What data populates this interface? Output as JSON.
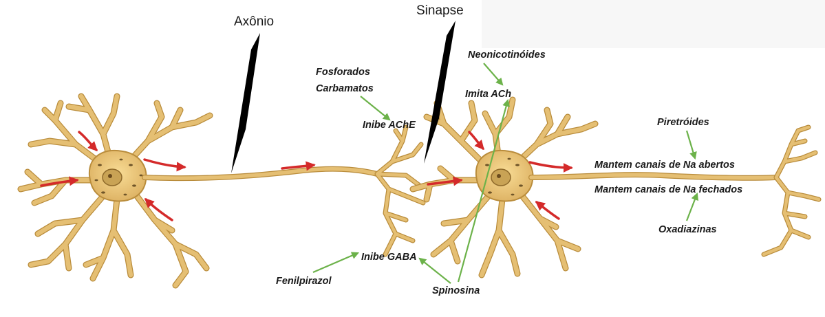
{
  "labels": {
    "axonio": "Axônio",
    "sinapse": "Sinapse",
    "neonicotinoides": "Neonicotinóides",
    "imita_ach": "Imita ACh",
    "fosforados": "Fosforados",
    "carbamatos": "Carbamatos",
    "inibe_ache": "Inibe AChE",
    "piretroides": "Piretróides",
    "mantem_abertos": "Mantem canais de Na abertos",
    "mantem_fechados": "Mantem canais de Na fechados",
    "oxadiazinas": "Oxadiazinas",
    "inibe_gaba": "Inibe GABA",
    "fenilpirazol": "Fenilpirazol",
    "spinosina": "Spinosina"
  },
  "colors": {
    "neuron_fill": "#e5bf73",
    "neuron_edge": "#b98c3b",
    "soma": "#f1cf7c",
    "nucleus": "#c9a355",
    "signal_arrow": "#d42a2a",
    "pointer_arrow": "#6cb24a",
    "callout": "#000000"
  }
}
